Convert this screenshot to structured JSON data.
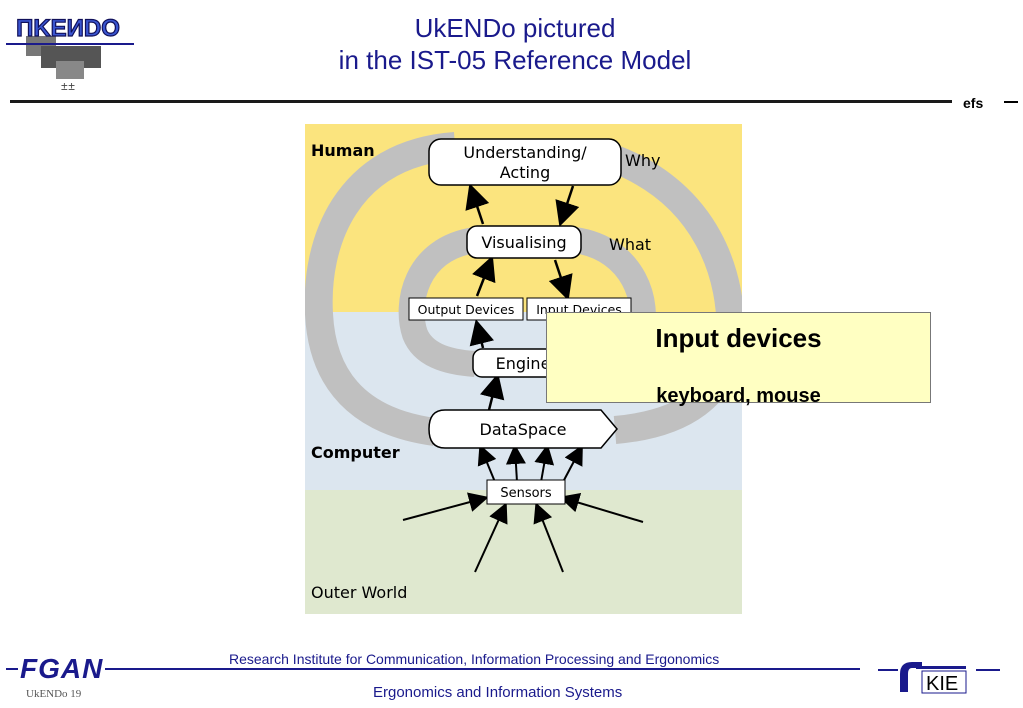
{
  "header": {
    "title_line1": "UkENDo pictured",
    "title_line2": "in the IST-05 Reference Model",
    "tag": "efs",
    "logo_text": "ПKEИDO"
  },
  "diagram": {
    "zones": {
      "human": "Human",
      "computer": "Computer",
      "outer_world": "Outer World"
    },
    "nodes": {
      "understanding_line1": "Understanding/",
      "understanding_line2": "Acting",
      "visualising": "Visualising",
      "output_devices": "Output Devices",
      "input_devices": "Input Devices",
      "engine": "Engine",
      "dataspace": "DataSpace",
      "sensors": "Sensors"
    },
    "loop_labels": {
      "why": "Why",
      "what": "What"
    },
    "colors": {
      "human_zone": "#fbe47e",
      "computer_zone": "#dce6ef",
      "outer_zone": "#dfe8cf",
      "loop": "#c0c0c0"
    }
  },
  "callout": {
    "title": "Input devices",
    "subtitle": "keyboard, mouse"
  },
  "footer": {
    "line1": "Research Institute for Communication, Information Processing and Ergonomics",
    "line2": "Ergonomics and Information Systems",
    "fgan": "FGAN",
    "slide_id": "UkENDo   19",
    "kie": "KIE"
  }
}
